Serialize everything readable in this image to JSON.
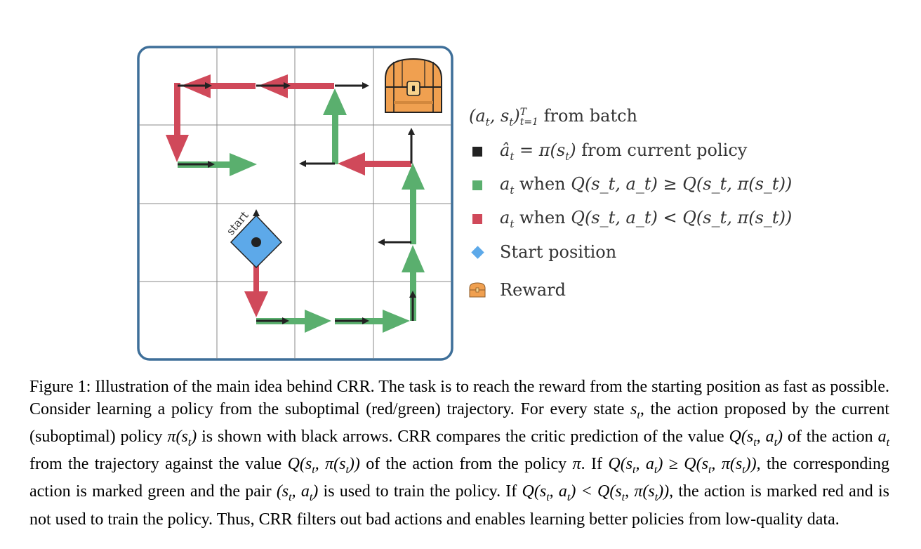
{
  "grid_label_start": "start",
  "legend": {
    "batch": "(a_t, s_t)_{t=1}^T from batch",
    "batch_parts": {
      "tuple": "(a",
      "t_sub": "t",
      "mid": ", s",
      "t_sub2": "t",
      "close": ")",
      "sup": "T",
      "sub": "t=1",
      "suffix": " from batch"
    },
    "policy": "â_t = π(s_t) from current policy",
    "policy_parts": {
      "lhs": "â",
      "t_sub": "t",
      "eq": " = π(s",
      "t_sub2": "t",
      "close": ")",
      "suffix": " from current policy"
    },
    "green": "a_t when Q(s_t, a_t) ≥ Q(s_t, π(s_t))",
    "green_parts": {
      "a": "a",
      "t_sub": "t",
      "when": " when ",
      "expr": "Q(s_t, a_t) ≥ Q(s_t, π(s_t))"
    },
    "red": "a_t when Q(s_t, a_t) < Q(s_t, π(s_t))",
    "red_parts": {
      "a": "a",
      "t_sub": "t",
      "when": " when ",
      "expr": "Q(s_t, a_t) < Q(s_t, π(s_t))"
    },
    "start": "Start position",
    "reward": "Reward"
  },
  "colors": {
    "green": "#5aaf6e",
    "red": "#d0495a",
    "black": "#222222",
    "blue": "#5da9e9",
    "orange": "#f0a050",
    "frame": "#3e6f99",
    "grid": "#888888"
  },
  "icons": {
    "reward": "treasure-chest-icon",
    "start": "blue-diamond-icon"
  },
  "caption": "Figure 1: Illustration of the main idea behind CRR. The task is to reach the reward from the starting position as fast as possible. Consider learning a policy from the suboptimal (red/green) trajectory. For every state s_t, the action proposed by the current (suboptimal) policy π(s_t) is shown with black arrows. CRR compares the critic prediction of the value Q(s_t, a_t) of the action a_t from the trajectory against the value Q(s_t, π(s_t)) of the action from the policy π. If Q(s_t, a_t) ≥ Q(s_t, π(s_t)), the corresponding action is marked green and the pair (s_t, a_t) is used to train the policy. If Q(s_t, a_t) < Q(s_t, π(s_t)), the action is marked red and is not used to train the policy. Thus, CRR filters out bad actions and enables learning better policies from low-quality data.",
  "caption_parts": [
    "Figure 1: Illustration of the main idea behind CRR. The task is to reach the reward from the starting position as fast as possible. Consider learning a policy from the suboptimal (red/green) trajectory. For every state ",
    "s",
    "t",
    ", the action proposed by the current (suboptimal) policy ",
    "π(s",
    "t",
    ")",
    " is shown with black arrows. CRR compares the critic prediction of the value ",
    "Q(s",
    "t",
    ", a",
    "t",
    ")",
    " of the action ",
    "a",
    "t",
    " from the trajectory against the value ",
    "Q(s",
    "t",
    ", π(s",
    "t",
    "))",
    " of the action from the policy ",
    "π",
    ". If ",
    "Q(s",
    "t",
    ", a",
    "t",
    ") ≥ Q(s",
    "t",
    ", π(s",
    "t",
    "))",
    ", the corresponding action is marked green and the pair ",
    "(s",
    "t",
    ", a",
    "t",
    ")",
    " is used to train the policy. If ",
    "Q(s",
    "t",
    ", a",
    "t",
    ") < Q(s",
    "t",
    ", π(s",
    "t",
    "))",
    ", the action is marked red and is not used to train the policy. Thus, CRR filters out bad actions and enables learning better policies from low-quality data."
  ]
}
